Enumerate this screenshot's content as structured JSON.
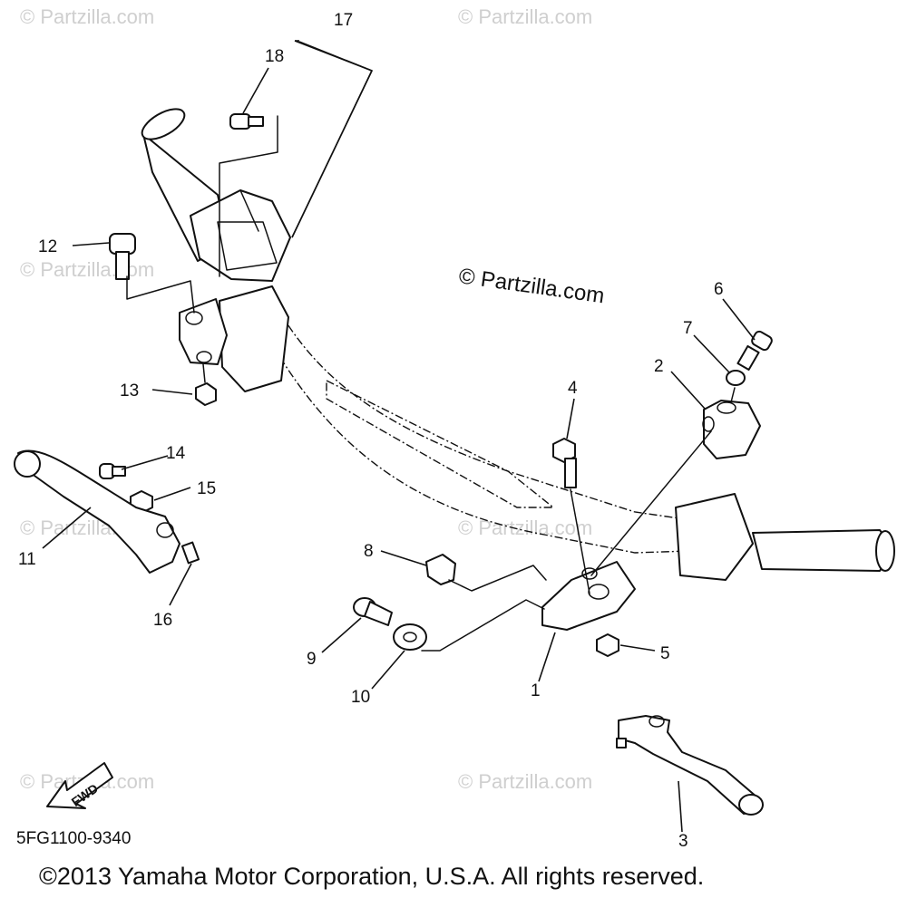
{
  "drawing_code": "5FG1100-9340",
  "copyright": "©2013 Yamaha Motor Corporation, U.S.A. All rights reserved.",
  "watermark": "© Partzilla.com",
  "fwd_label": "FWD",
  "callouts": {
    "c1": "1",
    "c2": "2",
    "c3": "3",
    "c4": "4",
    "c5": "5",
    "c6": "6",
    "c7": "7",
    "c8": "8",
    "c9": "9",
    "c10": "10",
    "c11": "11",
    "c12": "12",
    "c13": "13",
    "c14": "14",
    "c15": "15",
    "c16": "16",
    "c17": "17",
    "c18": "18"
  }
}
